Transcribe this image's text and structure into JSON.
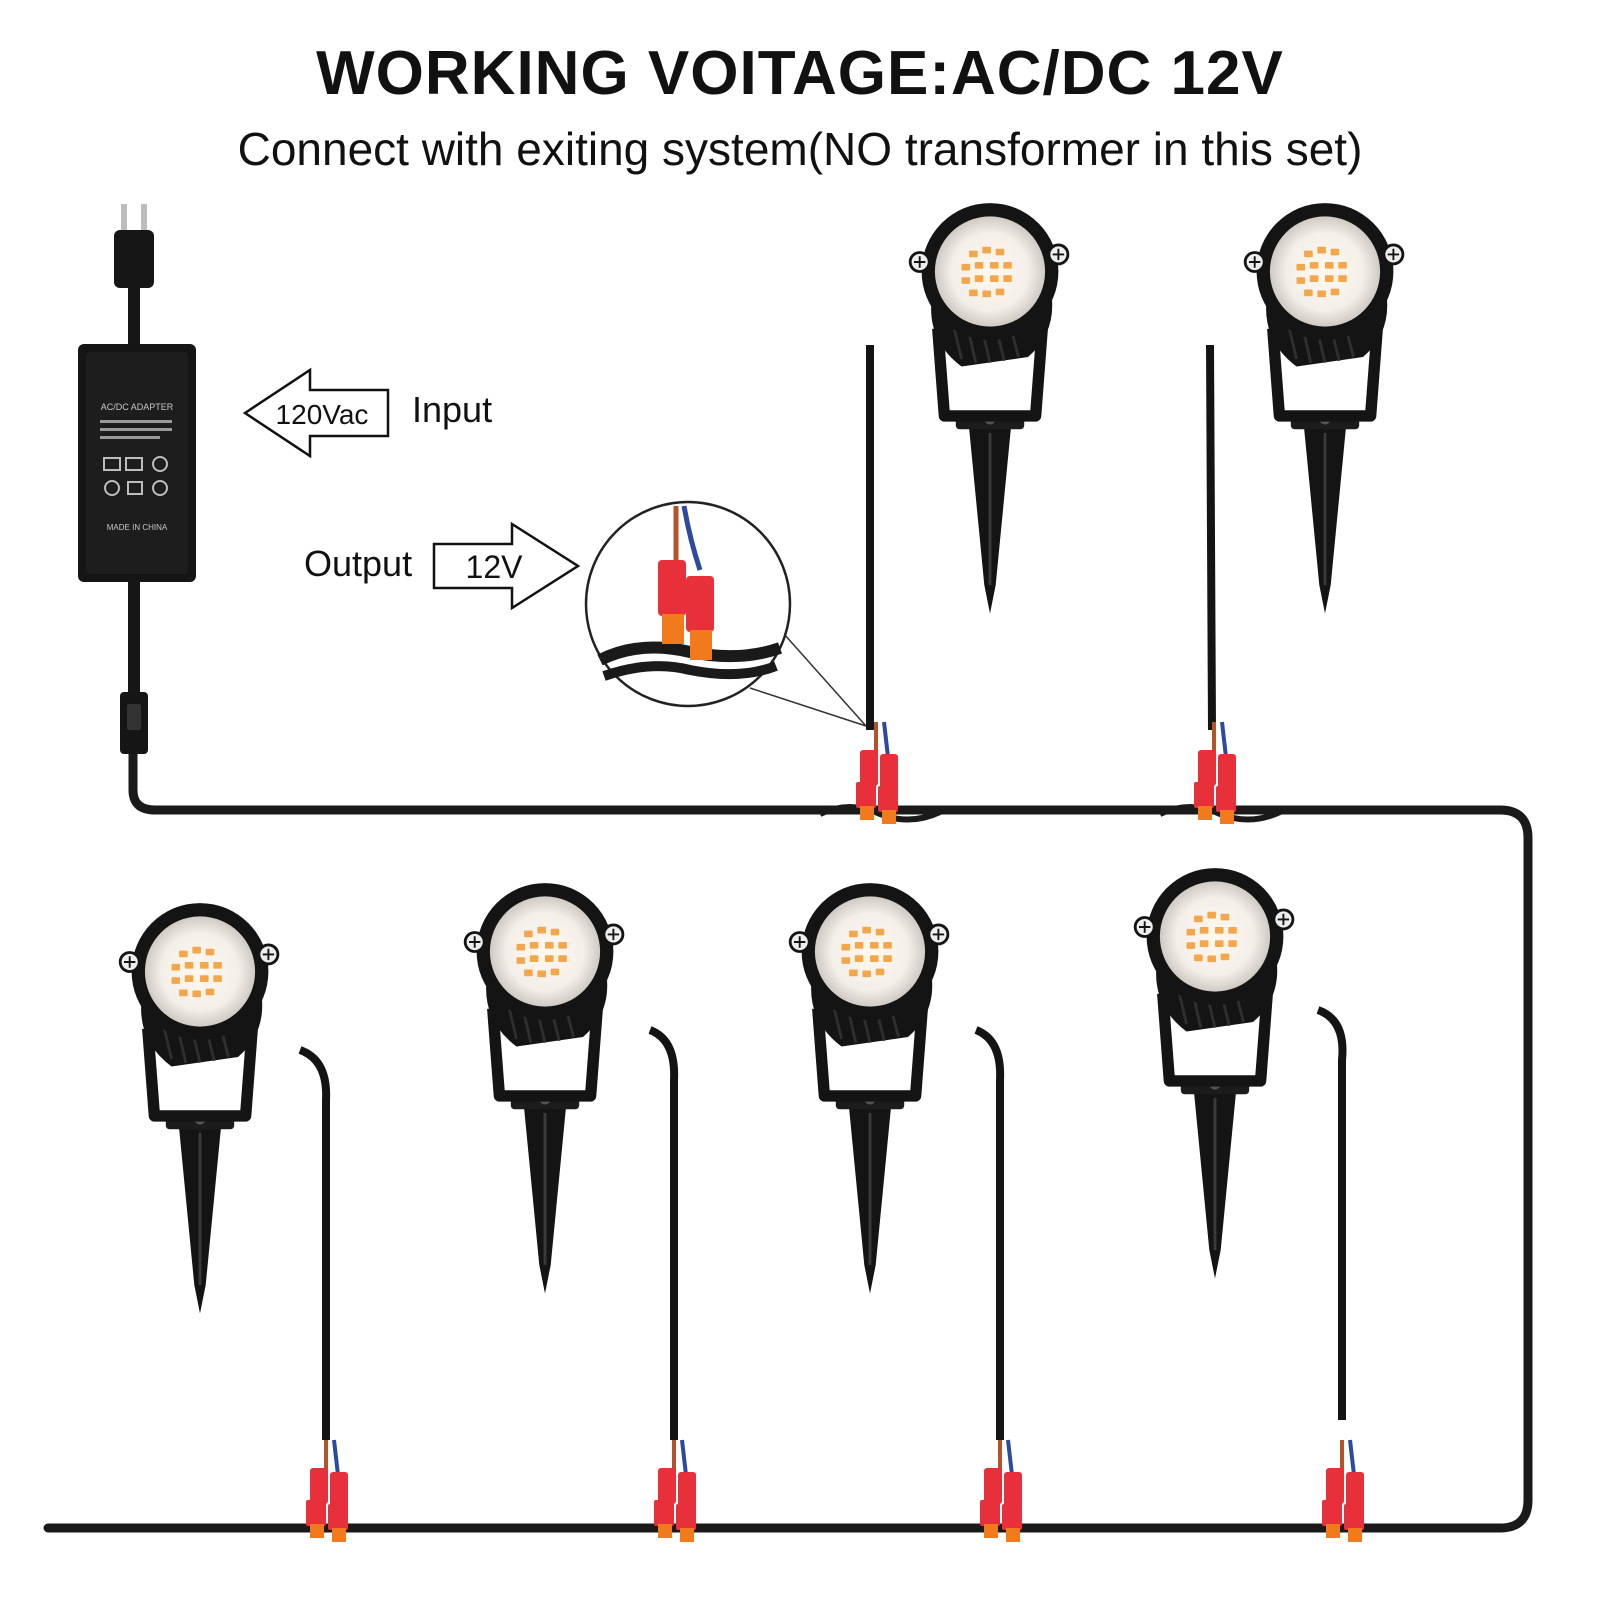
{
  "header": {
    "title": "WORKING VOITAGE:AC/DC 12V",
    "subtitle": "Connect with exiting system(NO transformer in this set)"
  },
  "adapter": {
    "label": "AC/DC ADAPTER",
    "made_in": "MADE IN CHINA",
    "input_arrow_value": "120Vac",
    "input_label": "Input",
    "output_label": "Output",
    "output_arrow_value": "12V"
  },
  "colors": {
    "cable": "#1a1a1a",
    "fixture": "#141414",
    "led": "#f4a64a",
    "connector_red": "#e8303a",
    "connector_orange": "#f07a1c"
  },
  "icons": [
    "plug-icon",
    "adapter-icon",
    "switch-icon",
    "spotlight-icon",
    "connector-icon",
    "magnifier-callout-icon"
  ]
}
